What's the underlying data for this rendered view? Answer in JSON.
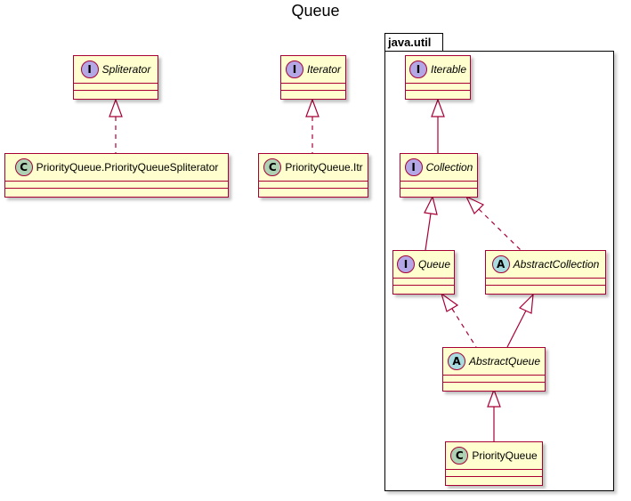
{
  "title": "Queue",
  "package": {
    "name": "java.util"
  },
  "nodes": {
    "spliterator": {
      "stereotype": "I",
      "name": "Spliterator"
    },
    "iterator": {
      "stereotype": "I",
      "name": "Iterator"
    },
    "pq_spliterator": {
      "stereotype": "C",
      "name": "PriorityQueue.PriorityQueueSpliterator"
    },
    "pq_itr": {
      "stereotype": "C",
      "name": "PriorityQueue.Itr"
    },
    "iterable": {
      "stereotype": "I",
      "name": "Iterable"
    },
    "collection": {
      "stereotype": "I",
      "name": "Collection"
    },
    "queue": {
      "stereotype": "I",
      "name": "Queue"
    },
    "abstract_collection": {
      "stereotype": "A",
      "name": "AbstractCollection"
    },
    "abstract_queue": {
      "stereotype": "A",
      "name": "AbstractQueue"
    },
    "priority_queue": {
      "stereotype": "C",
      "name": "PriorityQueue"
    }
  },
  "colors": {
    "node_fill": "#FEFECE",
    "node_border": "#A80036",
    "interface_badge": "#B4A7E5",
    "class_badge": "#ADD1B2",
    "abstract_badge": "#A9DCDF"
  }
}
